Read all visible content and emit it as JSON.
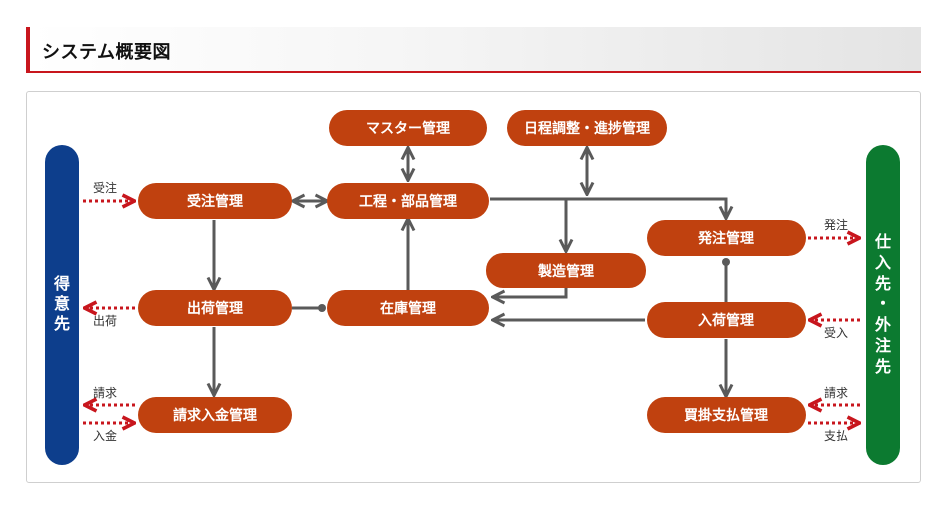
{
  "header": {
    "title": "システム概要図"
  },
  "nodes": {
    "master": "マスター管理",
    "schedule": "日程調整・進捗管理",
    "order_mgmt": "受注管理",
    "process": "工程・部品管理",
    "purchase_order": "発注管理",
    "manufacturing": "製造管理",
    "shipping": "出荷管理",
    "inventory": "在庫管理",
    "receiving": "入荷管理",
    "billing": "請求入金管理",
    "payables": "買掛支払管理"
  },
  "side": {
    "customer": [
      "得",
      "意",
      "先"
    ],
    "supplier": [
      "仕",
      "入",
      "先",
      "・",
      "外",
      "注",
      "先"
    ]
  },
  "flow_labels": {
    "order_in": "受注",
    "ship_out": "出荷",
    "invoice": "請求",
    "payment_in": "入金",
    "po_out": "発注",
    "receive_in": "受入",
    "invoice_in": "請求",
    "pay_out": "支払"
  },
  "colors": {
    "node": "#c0410f",
    "customer": "#0d3e8c",
    "supplier": "#0c7a30",
    "arrow": "#5a5a5a",
    "flow": "#c8161d"
  }
}
